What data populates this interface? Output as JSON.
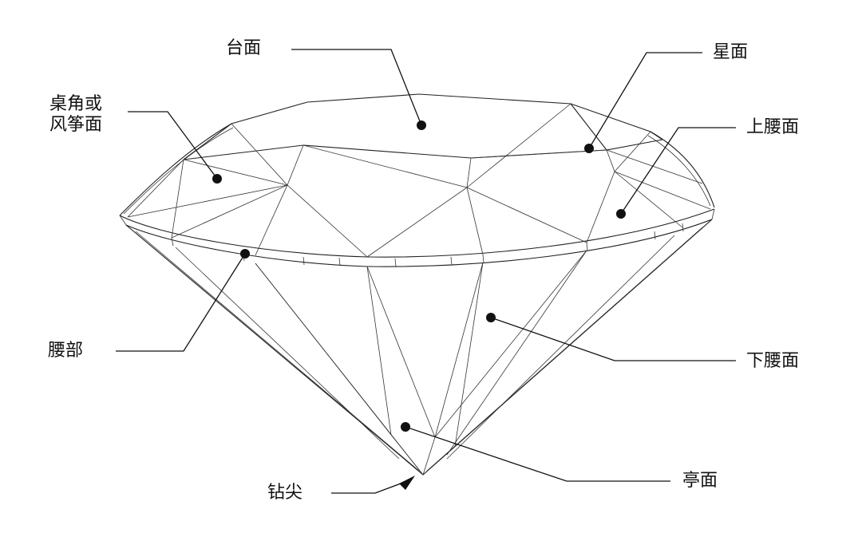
{
  "labels": {
    "table": "台面",
    "star": "星面",
    "kite_line1": "桌角或",
    "kite_line2": "风筝面",
    "upper_girdle": "上腰面",
    "girdle": "腰部",
    "lower_girdle": "下腰面",
    "pavilion": "亭面",
    "culet": "钻尖"
  },
  "colors": {
    "line": "#222222",
    "text": "#111111",
    "background": "#ffffff"
  }
}
